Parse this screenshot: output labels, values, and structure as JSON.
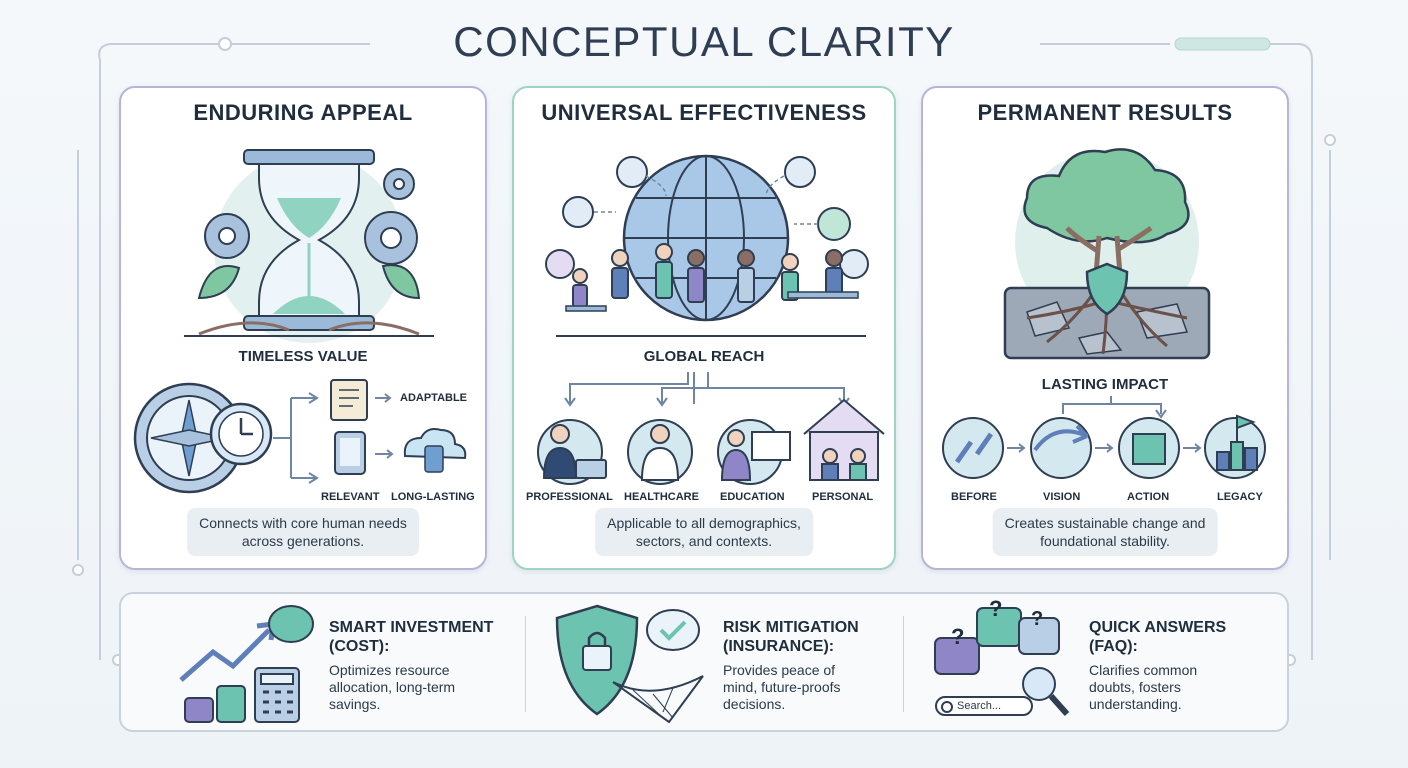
{
  "title": "CONCEPTUAL CLARITY",
  "cards": [
    {
      "title": "ENDURING APPEAL",
      "subtitle": "TIMELESS VALUE",
      "labels": [
        "ADAPTABLE",
        "RELEVANT",
        "LONG-LASTING"
      ],
      "caption_line1": "Connects with core human needs",
      "caption_line2": "across generations."
    },
    {
      "title": "UNIVERSAL EFFECTIVENESS",
      "subtitle": "GLOBAL REACH",
      "labels": [
        "PROFESSIONAL",
        "HEALTHCARE",
        "EDUCATION",
        "PERSONAL"
      ],
      "caption_line1": "Applicable to all demographics,",
      "caption_line2": "sectors, and contexts."
    },
    {
      "title": "PERMANENT RESULTS",
      "subtitle": "LASTING IMPACT",
      "labels": [
        "BEFORE",
        "VISION",
        "ACTION",
        "LEGACY"
      ],
      "caption_line1": "Creates sustainable change and",
      "caption_line2": "foundational stability."
    }
  ],
  "bottom": [
    {
      "head_line1": "SMART INVESTMENT",
      "head_line2": "(COST):",
      "desc_line1": "Optimizes resource",
      "desc_line2": "allocation, long-term",
      "desc_line3": "savings."
    },
    {
      "head_line1": "RISK MITIGATION",
      "head_line2": "(INSURANCE):",
      "desc_line1": "Provides peace of",
      "desc_line2": "mind, future-proofs",
      "desc_line3": "decisions."
    },
    {
      "head_line1": "QUICK ANSWERS",
      "head_line2": "(FAQ):",
      "desc_line1": "Clarifies common",
      "desc_line2": "doubts, fosters",
      "desc_line3": "understanding.",
      "search_placeholder": "Search..."
    }
  ],
  "colors": {
    "accent_blue": "#5b8fc7",
    "accent_teal": "#6cc3b0",
    "accent_purple": "#8e86c6",
    "outline": "#2f3e52"
  }
}
